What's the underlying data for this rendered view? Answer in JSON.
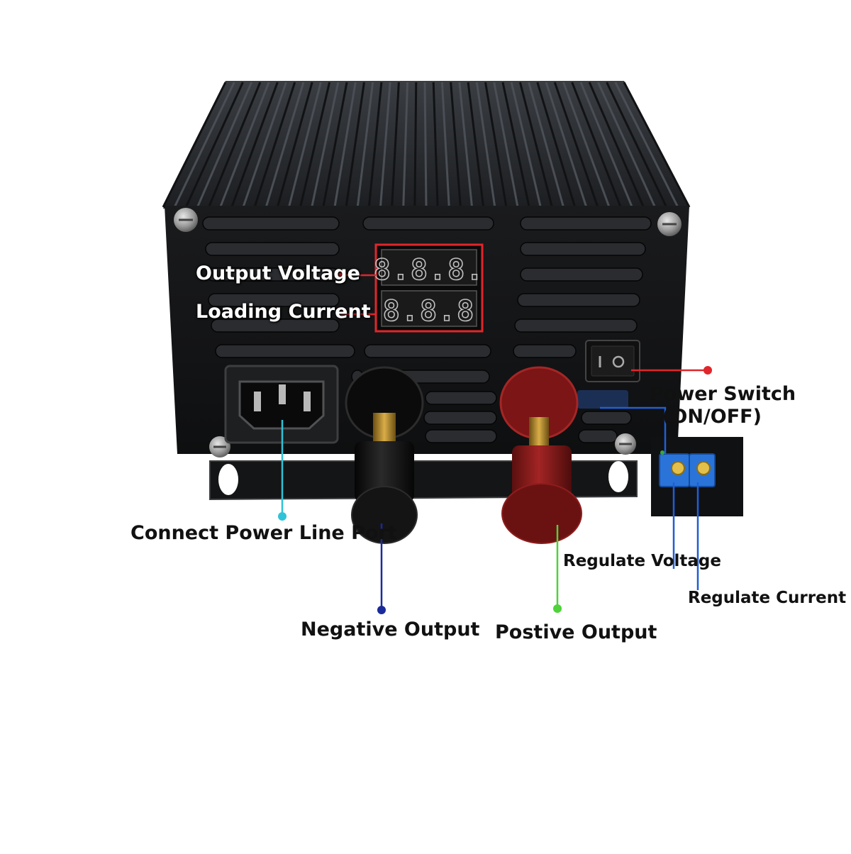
{
  "display": {
    "voltage_digits": "8.8.8.",
    "current_digits": "8.8.8"
  },
  "labels": {
    "output_voltage": "Output Voltage",
    "loading_current": "Loading Current",
    "power_switch_line1": "Power Switch",
    "power_switch_line2": "(ON/OFF)",
    "connect_power_line_port": "Connect Power Line Port",
    "negative_output": "Negative Output",
    "postive_output": "Postive Output",
    "regulate_voltage": "Regulate Voltage",
    "regulate_current": "Regulate Current"
  },
  "colors": {
    "leader_red": "#e0262b",
    "leader_cyan": "#2fc3d8",
    "leader_navy": "#1b2a9a",
    "leader_green": "#4fd23a",
    "leader_blue": "#1f5fd6",
    "display_frame": "#e0262b",
    "terminal_red": "#8b1a1a",
    "terminal_black": "#151515"
  }
}
